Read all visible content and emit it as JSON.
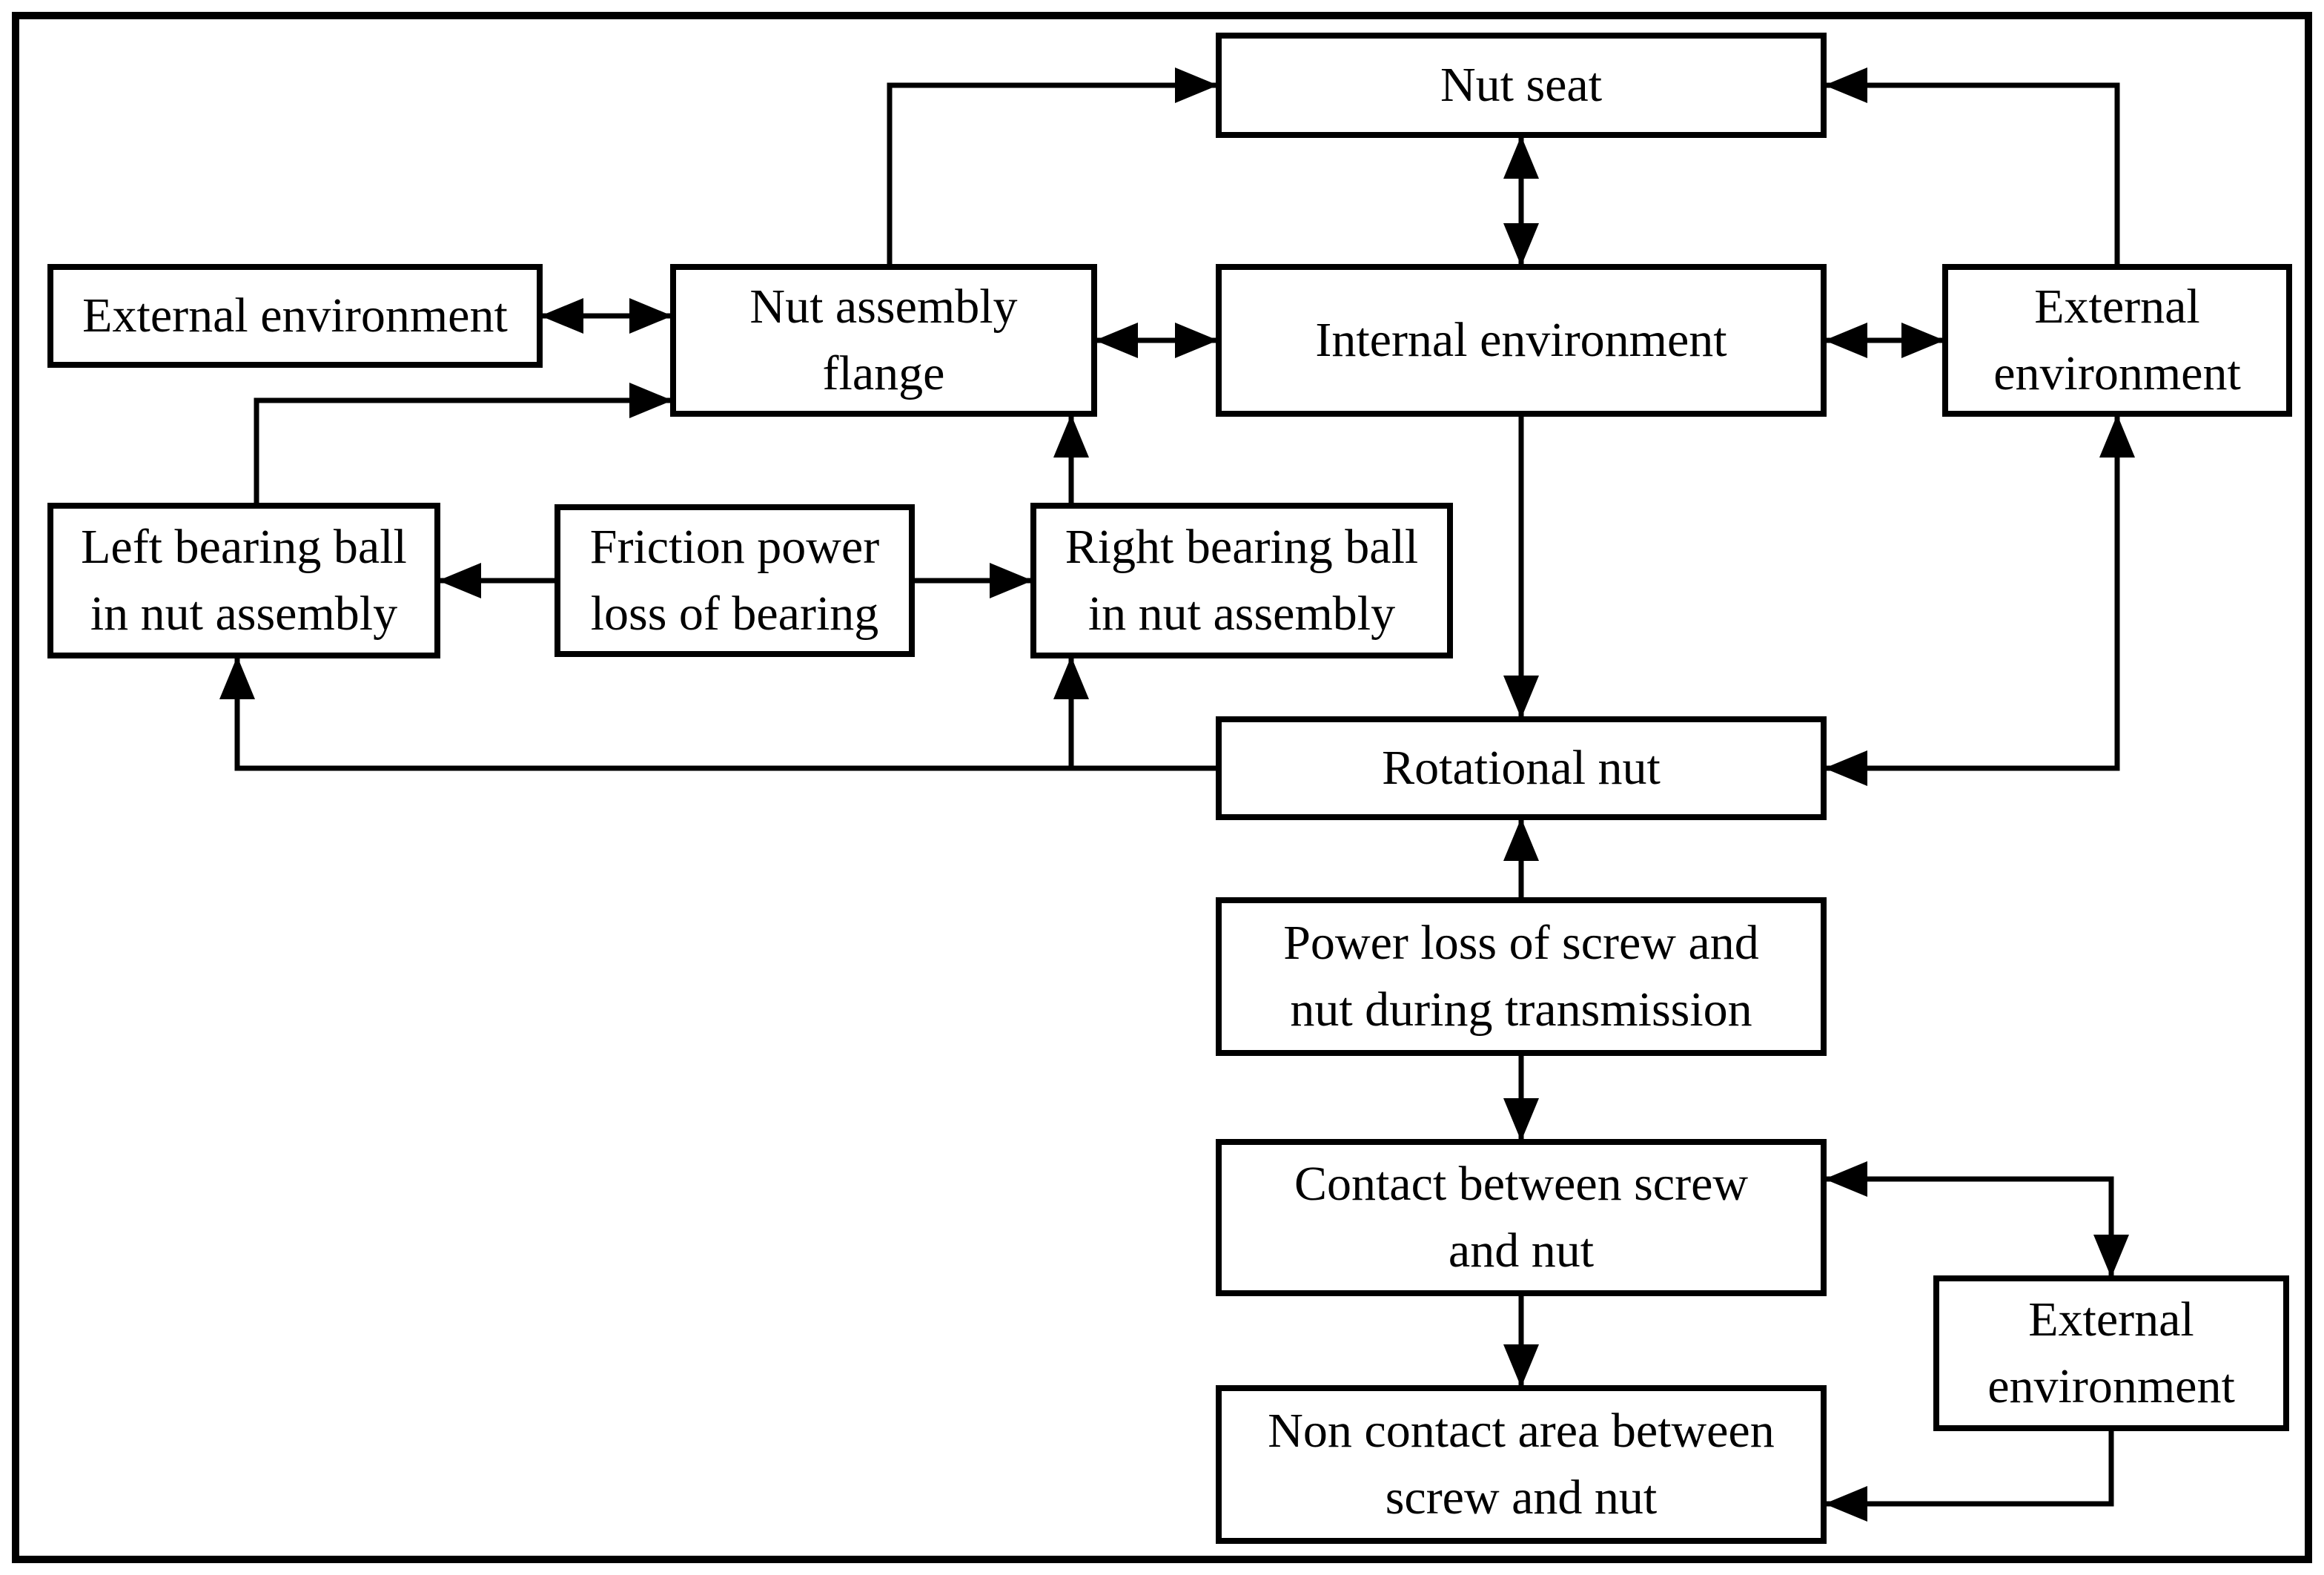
{
  "nodes": {
    "nut_seat": {
      "label": "Nut seat"
    },
    "external_environment_top_left": {
      "label": "External environment"
    },
    "nut_assembly_flange": {
      "label": "Nut assembly\nflange"
    },
    "internal_environment": {
      "label": "Internal environment"
    },
    "external_environment_right": {
      "label": "External\nenvironment"
    },
    "left_bearing_ball": {
      "label": "Left bearing ball\nin nut assembly"
    },
    "friction_power_loss": {
      "label": "Friction power\nloss of bearing"
    },
    "right_bearing_ball": {
      "label": "Right bearing ball\nin nut assembly"
    },
    "rotational_nut": {
      "label": "Rotational nut"
    },
    "power_loss_transmission": {
      "label": "Power loss of screw and\nnut during transmission"
    },
    "contact_screw_nut": {
      "label": "Contact between screw\nand nut"
    },
    "external_environment_bottom_right": {
      "label": "External\nenvironment"
    },
    "non_contact_area": {
      "label": "Non contact area between\nscrew and nut"
    }
  },
  "edges": [
    {
      "from": "external_environment_top_left",
      "to": "nut_assembly_flange",
      "bidirectional": true
    },
    {
      "from": "nut_assembly_flange",
      "to": "nut_seat",
      "bidirectional": false
    },
    {
      "from": "external_environment_right",
      "to": "nut_seat",
      "bidirectional": false
    },
    {
      "from": "nut_seat",
      "to": "internal_environment",
      "bidirectional": true
    },
    {
      "from": "nut_assembly_flange",
      "to": "internal_environment",
      "bidirectional": true
    },
    {
      "from": "internal_environment",
      "to": "external_environment_right",
      "bidirectional": true
    },
    {
      "from": "internal_environment",
      "to": "rotational_nut",
      "bidirectional": false
    },
    {
      "from": "friction_power_loss",
      "to": "left_bearing_ball",
      "bidirectional": false
    },
    {
      "from": "friction_power_loss",
      "to": "right_bearing_ball",
      "bidirectional": false
    },
    {
      "from": "left_bearing_ball",
      "to": "nut_assembly_flange",
      "bidirectional": false
    },
    {
      "from": "right_bearing_ball",
      "to": "nut_assembly_flange",
      "bidirectional": false
    },
    {
      "from": "rotational_nut",
      "to": "left_bearing_ball",
      "bidirectional": false
    },
    {
      "from": "rotational_nut",
      "to": "right_bearing_ball",
      "bidirectional": false
    },
    {
      "from": "rotational_nut",
      "to": "external_environment_right",
      "bidirectional": true
    },
    {
      "from": "power_loss_transmission",
      "to": "rotational_nut",
      "bidirectional": false
    },
    {
      "from": "power_loss_transmission",
      "to": "contact_screw_nut",
      "bidirectional": false
    },
    {
      "from": "contact_screw_nut",
      "to": "non_contact_area",
      "bidirectional": false
    },
    {
      "from": "contact_screw_nut",
      "to": "external_environment_bottom_right",
      "bidirectional": true
    },
    {
      "from": "external_environment_bottom_right",
      "to": "non_contact_area",
      "bidirectional": false
    }
  ]
}
